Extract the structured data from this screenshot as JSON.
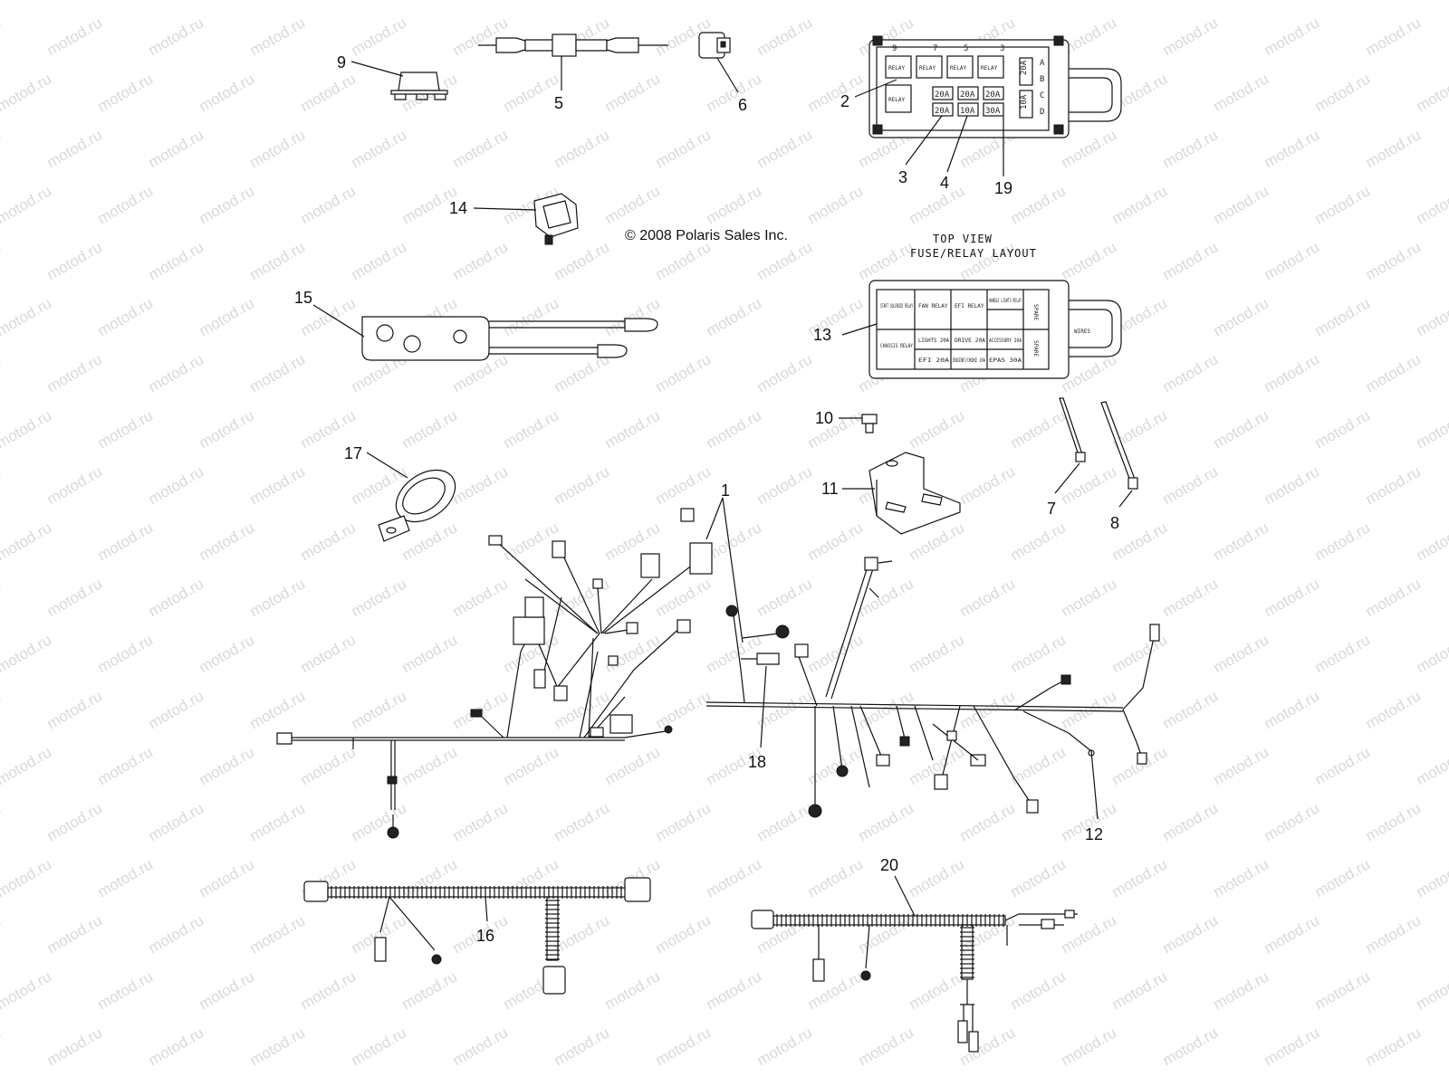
{
  "watermark": "motod.ru",
  "copyright": "© 2008 Polaris Sales Inc.",
  "top_view_label": {
    "line1": "TOP VIEW",
    "line2": "FUSE/RELAY LAYOUT"
  },
  "fuse_box_top": {
    "column_numbers": [
      "9",
      "7",
      "5",
      "3"
    ],
    "relays_row1": [
      "RELAY",
      "RELAY",
      "RELAY",
      "RELAY"
    ],
    "relay_row2": "RELAY",
    "fuses_row2": [
      "20A",
      "20A",
      "20A"
    ],
    "fuses_row3": [
      "20A",
      "10A",
      "30A"
    ],
    "side_fuses": [
      "20A",
      "10A"
    ],
    "side_letters": [
      "A",
      "B",
      "C",
      "D"
    ]
  },
  "fuse_box_layout": {
    "cells": [
      "START SOLENOID RELAY",
      "FAN RELAY",
      "EFI RELAY",
      "HANDLE LIGHTS RELAY",
      "CHASSIS RELAY",
      "LIGHTS 20A",
      "DRIVE 20A",
      "ACCESSORY 20A",
      "EFI 20A",
      "ENGINE/CHOKE 10A",
      "EPAS 30A"
    ],
    "side": [
      "SPARE",
      "SPARE"
    ],
    "arrow_label": "WIRES"
  },
  "callouts": [
    {
      "id": "c1",
      "text": "1"
    },
    {
      "id": "c2",
      "text": "2"
    },
    {
      "id": "c3",
      "text": "3"
    },
    {
      "id": "c4",
      "text": "4"
    },
    {
      "id": "c5",
      "text": "5"
    },
    {
      "id": "c6",
      "text": "6"
    },
    {
      "id": "c7",
      "text": "7"
    },
    {
      "id": "c8",
      "text": "8"
    },
    {
      "id": "c9",
      "text": "9"
    },
    {
      "id": "c10",
      "text": "10"
    },
    {
      "id": "c11",
      "text": "11"
    },
    {
      "id": "c12",
      "text": "12"
    },
    {
      "id": "c13",
      "text": "13"
    },
    {
      "id": "c14",
      "text": "14"
    },
    {
      "id": "c15",
      "text": "15"
    },
    {
      "id": "c16",
      "text": "16"
    },
    {
      "id": "c17",
      "text": "17"
    },
    {
      "id": "c18",
      "text": "18"
    },
    {
      "id": "c19",
      "text": "19"
    },
    {
      "id": "c20",
      "text": "20"
    }
  ]
}
